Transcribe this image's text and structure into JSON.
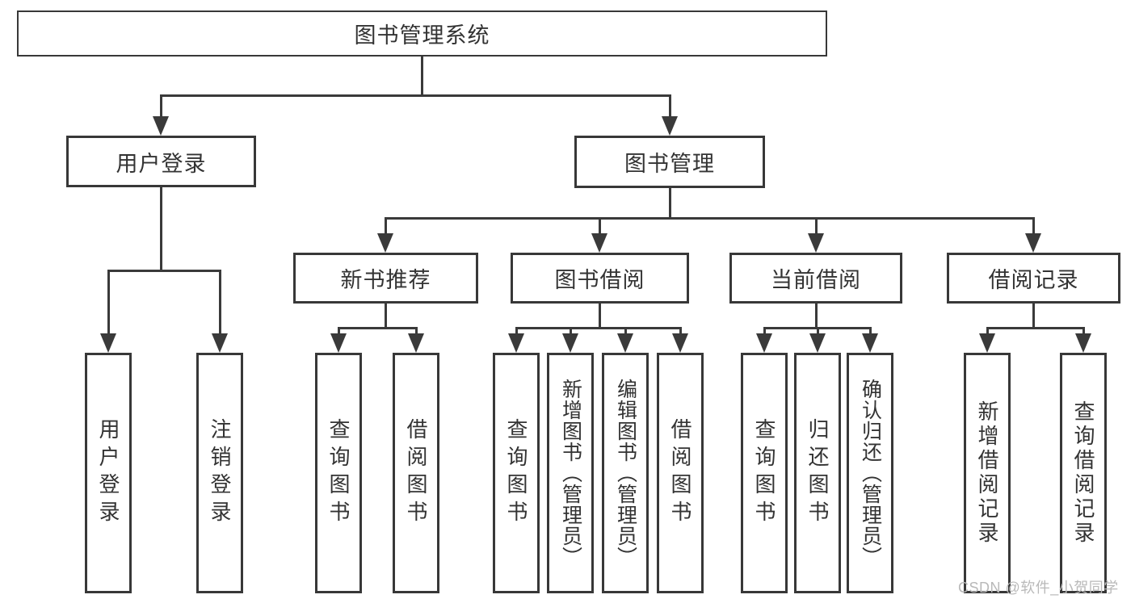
{
  "diagram": {
    "root": {
      "label": "图书管理系统"
    },
    "level1": [
      {
        "label": "用户登录"
      },
      {
        "label": "图书管理"
      }
    ],
    "level2": [
      {
        "label": "新书推荐"
      },
      {
        "label": "图书借阅"
      },
      {
        "label": "当前借阅"
      },
      {
        "label": "借阅记录"
      }
    ],
    "leaves": [
      {
        "label": "用户登录"
      },
      {
        "label": "注销登录"
      },
      {
        "label": "查询图书"
      },
      {
        "label": "借阅图书"
      },
      {
        "label": "查询图书"
      },
      {
        "label": "新增图书（管理员）"
      },
      {
        "label": "编辑图书（管理员）"
      },
      {
        "label": "借阅图书"
      },
      {
        "label": "查询图书"
      },
      {
        "label": "归还图书"
      },
      {
        "label": "确认归还（管理员）"
      },
      {
        "label": "新增借阅记录"
      },
      {
        "label": "查询借阅记录"
      }
    ]
  },
  "watermark": {
    "text": "CSDN @软件_小贺同学"
  },
  "colors": {
    "line": "#3a3a3a",
    "border": "#383838",
    "text": "#333333",
    "watermark": "#b9b9b9"
  }
}
